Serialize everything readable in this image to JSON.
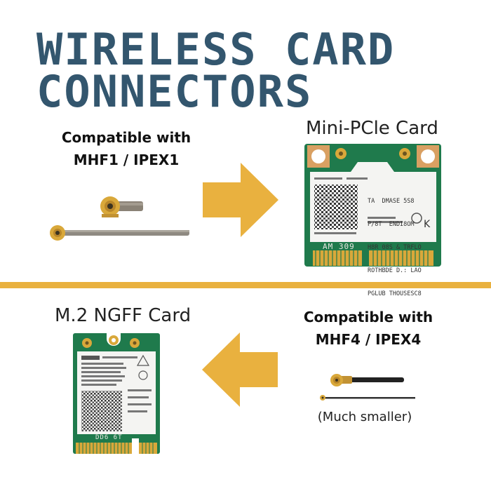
{
  "title": {
    "line1": "WIRELESS CARD",
    "line2": "CONNECTORS"
  },
  "top_section": {
    "compat_line1": "Compatible with",
    "compat_line2": "MHF1 / IPEX1",
    "card_label": "Mini-PCle Card",
    "card_print": {
      "line1": "TA  DMASE 5S8",
      "line2": "P/8T  ENDI8OM",
      "line3": "H8R 08S & TRFLO",
      "line4": "ROTHBDE D.: LAO",
      "line5": "PGLUB THOUSESC8",
      "bottom": "AM 309",
      "mark": "K"
    }
  },
  "bottom_section": {
    "compat_line1": "Compatible with",
    "compat_line2": "MHF4 / IPEX4",
    "card_label": "M.2 NGFF Card",
    "note": "(Much smaller)",
    "card_print": {
      "bottom": "DD6 6T"
    }
  },
  "colors": {
    "title": "#33566e",
    "accent": "#e9b13f",
    "pcb_green": "#1f7a4c",
    "gold": "#d9a83a"
  },
  "icons": [
    "right-arrow-icon",
    "left-arrow-icon",
    "mhf1-connector-icon",
    "mhf4-connector-icon",
    "qr-code-icon"
  ]
}
